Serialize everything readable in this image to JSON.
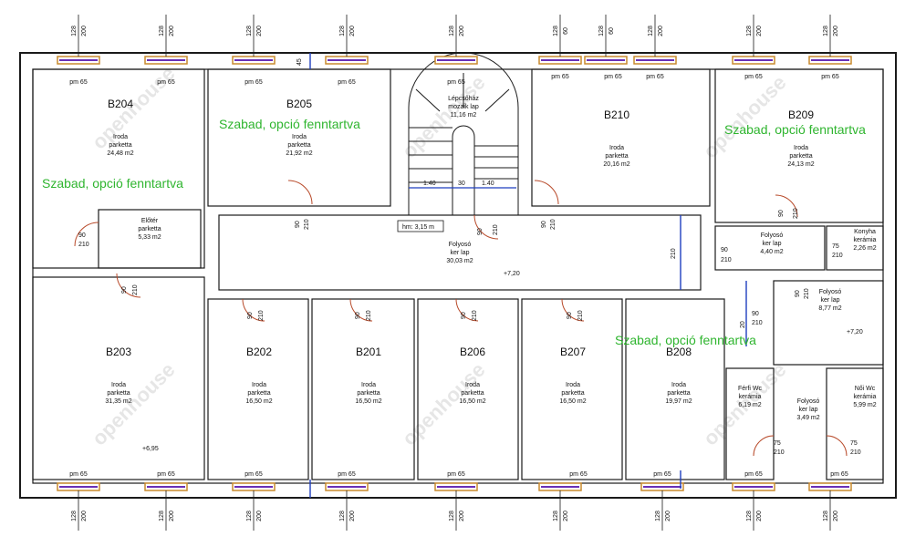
{
  "colors": {
    "wall": "#1a1a1a",
    "status_text": "#2fb52f",
    "window_frame": "#c98a2e",
    "window_glass": "#6a2fb5",
    "dimension_blue": "#1f3fbf",
    "door_arc": "#b84a2a",
    "watermark": "#c8c8c8"
  },
  "watermark_text": "openhouse",
  "status_label": "Szabad, opció fenntartva",
  "rooms": [
    {
      "id": "B204",
      "use": "Iroda",
      "floor": "parketta",
      "area": "24,48  m2"
    },
    {
      "id": "B205",
      "use": "Iroda",
      "floor": "parketta",
      "area": "21,92  m2"
    },
    {
      "id": "",
      "use": "Lépcsőház",
      "floor": "mozaik  lap",
      "area": "11,16  m2"
    },
    {
      "id": "B210",
      "use": "Iroda",
      "floor": "parketta",
      "area": "20,16  m2"
    },
    {
      "id": "B209",
      "use": "Iroda",
      "floor": "parketta",
      "area": "24,13  m2"
    },
    {
      "id": "",
      "use": "Előtér",
      "floor": "parketta",
      "area": "5,33  m2"
    },
    {
      "id": "",
      "use": "Folyosó",
      "floor": "ker  lap",
      "area": "30,03  m2"
    },
    {
      "id": "",
      "use": "Folyosó",
      "floor": "ker  lap",
      "area": "4,40  m2"
    },
    {
      "id": "",
      "use": "Konyha",
      "floor": "kerámia",
      "area": "2,26  m2"
    },
    {
      "id": "",
      "use": "Folyosó",
      "floor": "ker  lap",
      "area": "8,77  m2"
    },
    {
      "id": "B203",
      "use": "Iroda",
      "floor": "parketta",
      "area": "31,35  m2"
    },
    {
      "id": "B202",
      "use": "Iroda",
      "floor": "parketta",
      "area": "16,50  m2"
    },
    {
      "id": "B201",
      "use": "Iroda",
      "floor": "parketta",
      "area": "16,50  m2"
    },
    {
      "id": "B206",
      "use": "Iroda",
      "floor": "parketta",
      "area": "16,50  m2"
    },
    {
      "id": "B207",
      "use": "Iroda",
      "floor": "parketta",
      "area": "16,50  m2"
    },
    {
      "id": "B208",
      "use": "Iroda",
      "floor": "parketta",
      "area": "19,97  m2"
    },
    {
      "id": "",
      "use": "Férfi Wc",
      "floor": "kerámia",
      "area": "6,19  m2"
    },
    {
      "id": "",
      "use": "Folyosó",
      "floor": "ker  lap",
      "area": "3,49  m2"
    },
    {
      "id": "",
      "use": "Női Wc",
      "floor": "kerámia",
      "area": "5,99  m2"
    }
  ],
  "window_dims": {
    "width": "128",
    "height": "200"
  },
  "window_dims_alt": {
    "width": "128",
    "height": "60"
  },
  "door_dims": {
    "width": "90",
    "height": "210"
  },
  "door_dims_small": {
    "width": "75",
    "height": "210"
  },
  "parapet_label": "pm 65",
  "stair_dims": {
    "left": "1.40",
    "mid": "30",
    "right": "1.40"
  },
  "headroom_label": "hm: 3,15 m",
  "level_marks": {
    "corridor": "+7,20",
    "b203": "+6,95",
    "corridor_right": "+7,20"
  },
  "corridor_width": "210",
  "wall_offset": "45",
  "wall_offset_b208": "20"
}
